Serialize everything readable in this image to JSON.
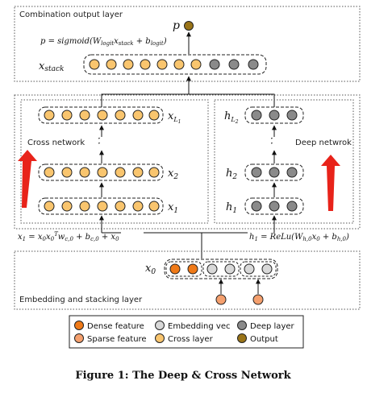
{
  "layers": {
    "combination": "Combination output layer",
    "embedding": "Embedding and stacking layer",
    "cross": "Cross network",
    "deep": "Deep netwrok"
  },
  "labels": {
    "p": "p",
    "p_formula": "p = sigmoid(W_logit x_stack + b_logit)",
    "x_stack": "x_stack",
    "x_L1": "x_L1",
    "x2": "x2",
    "x1": "x1",
    "h_L2": "h_L2",
    "h2": "h2",
    "h1": "h1",
    "x0": "x0",
    "x1_formula": "x1 = x0 x0^T w_c,0 + b_c,0 + x0",
    "h1_formula": "h1 = ReLu(W_h,0 x0 + b_h,0)"
  },
  "legend": {
    "dense": "Dense feature",
    "embedding_vec": "Embedding vec",
    "deep_layer": "Deep layer",
    "sparse": "Sparse feature",
    "cross_layer": "Cross layer",
    "output": "Output"
  },
  "caption": "Figure 1: The Deep & Cross Network",
  "colors": {
    "cross": "#f9c56e",
    "deep": "#8a8a8a",
    "dense": "#f07a18",
    "sparse": "#f5a06e",
    "embedding": "#d8d8d8",
    "output": "#9a7418",
    "arrow_red": "#e8231a"
  }
}
